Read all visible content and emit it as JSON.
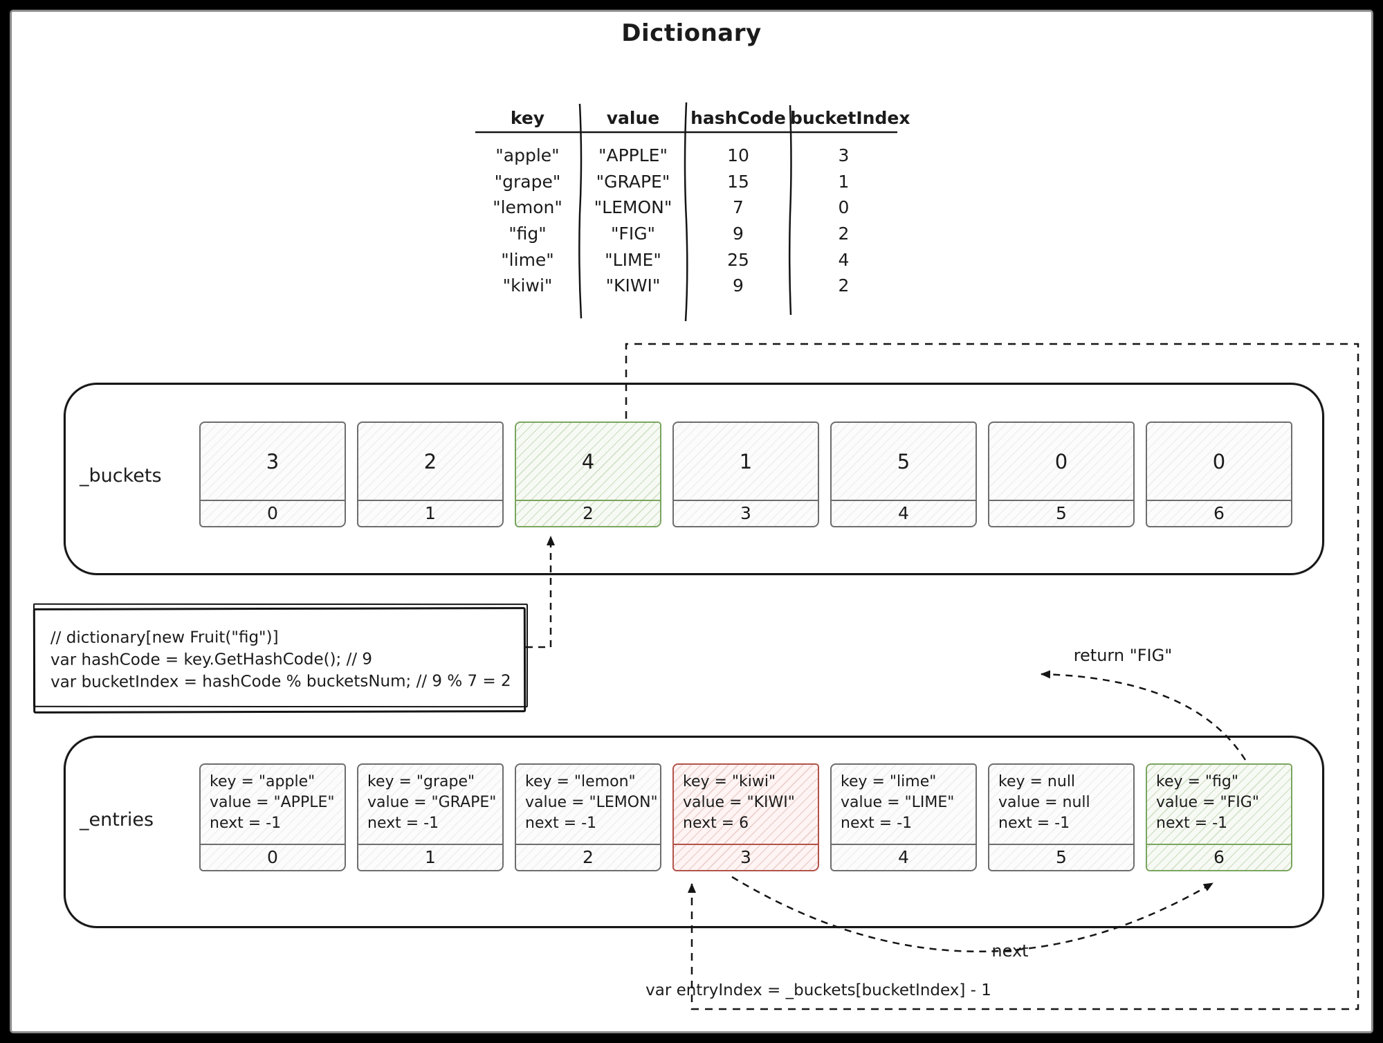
{
  "title": "Dictionary",
  "table": {
    "headers": [
      "key",
      "value",
      "hashCode",
      "bucketIndex"
    ],
    "rows": [
      [
        "\"apple\"",
        "\"APPLE\"",
        "10",
        "3"
      ],
      [
        "\"grape\"",
        "\"GRAPE\"",
        "15",
        "1"
      ],
      [
        "\"lemon\"",
        "\"LEMON\"",
        "7",
        "0"
      ],
      [
        "\"fig\"",
        "\"FIG\"",
        "9",
        "2"
      ],
      [
        "\"lime\"",
        "\"LIME\"",
        "25",
        "4"
      ],
      [
        "\"kiwi\"",
        "\"KIWI\"",
        "9",
        "2"
      ]
    ]
  },
  "buckets": {
    "label": "_buckets",
    "cells": [
      {
        "value": "3",
        "index": "0",
        "highlight": "none"
      },
      {
        "value": "2",
        "index": "1",
        "highlight": "none"
      },
      {
        "value": "4",
        "index": "2",
        "highlight": "green"
      },
      {
        "value": "1",
        "index": "3",
        "highlight": "none"
      },
      {
        "value": "5",
        "index": "4",
        "highlight": "none"
      },
      {
        "value": "0",
        "index": "5",
        "highlight": "none"
      },
      {
        "value": "0",
        "index": "6",
        "highlight": "none"
      }
    ]
  },
  "code_box": {
    "lines": [
      "// dictionary[new Fruit(\"fig\")]",
      "var hashCode  = key.GetHashCode(); // 9",
      "var bucketIndex = hashCode % bucketsNum; // 9 % 7 = 2"
    ]
  },
  "entries": {
    "label": "_entries",
    "cells": [
      {
        "lines": [
          "key = \"apple\"",
          "value = \"APPLE\"",
          "next = -1"
        ],
        "index": "0",
        "highlight": "none"
      },
      {
        "lines": [
          "key = \"grape\"",
          "value = \"GRAPE\"",
          "next = -1"
        ],
        "index": "1",
        "highlight": "none"
      },
      {
        "lines": [
          "key = \"lemon\"",
          "value = \"LEMON\"",
          "next = -1"
        ],
        "index": "2",
        "highlight": "none"
      },
      {
        "lines": [
          "key = \"kiwi\"",
          "value = \"KIWI\"",
          "next = 6"
        ],
        "index": "3",
        "highlight": "red"
      },
      {
        "lines": [
          "key = \"lime\"",
          "value = \"LIME\"",
          "next = -1"
        ],
        "index": "4",
        "highlight": "none"
      },
      {
        "lines": [
          "key = null",
          "value = null",
          "next = -1"
        ],
        "index": "5",
        "highlight": "none"
      },
      {
        "lines": [
          "key = \"fig\"",
          "value = \"FIG\"",
          "next = -1"
        ],
        "index": "6",
        "highlight": "green"
      }
    ]
  },
  "annotations": {
    "return_fig": "return \"FIG\"",
    "next_label": "next",
    "entry_index_formula": "var entryIndex = _buckets[bucketIndex] - 1"
  },
  "colors": {
    "highlight_green": "#7aa55e",
    "highlight_red": "#b25349",
    "cell_gray": "#6d6d6d",
    "ink": "#1b1b1b"
  }
}
